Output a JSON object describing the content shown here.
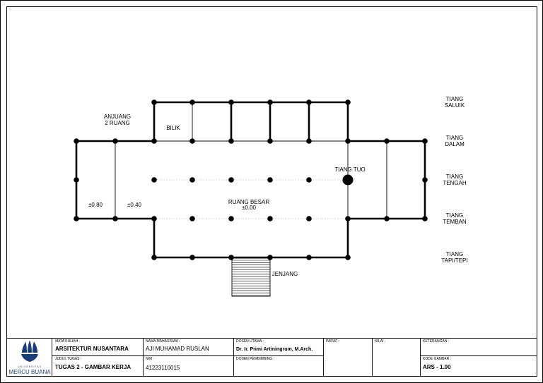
{
  "plan": {
    "rooms": {
      "anjuang": [
        "ANJUANG",
        "2 RUANG"
      ],
      "bilik": "BILIK",
      "ruang_besar": [
        "RUANG BESAR",
        "±0.00"
      ],
      "elev_080": "±0.80",
      "elev_040": "±0.40",
      "tiang_tuo": "TIANG TUO",
      "jenjang": "JENJANG"
    },
    "legend": [
      [
        "TIANG",
        "SALUIK"
      ],
      [
        "TIANG",
        "DALAM"
      ],
      [
        "TIANG",
        "TENGAH"
      ],
      [
        "TIANG",
        "TEMBAN"
      ],
      [
        "TIANG",
        "TAPI/TEPI"
      ]
    ]
  },
  "title_block": {
    "logo": {
      "university": "MERCU BUANA",
      "tagline": "UNIVERSITAS"
    },
    "mata_kuliah": {
      "label": "MATA KULIAH :",
      "value": "ARSITEKTUR NUSANTARA"
    },
    "judul_tugas": {
      "label": "JUDUL TUGAS :",
      "value": "TUGAS 2 - GAMBAR KERJA"
    },
    "nama_mahasiswa": {
      "label": "NAMA MAHASISWA :",
      "value": "AJI MUHAMAD RUSLAN"
    },
    "nim": {
      "label": "NIM :",
      "value": "41223110015"
    },
    "dosen_utama": {
      "label": "DOSEN UTAMA :",
      "value": "Dr. Ir. Primi Artiningrum, M.Arch."
    },
    "dosen_pembimbing": {
      "label": "DOSEN PEMBIMBING :",
      "value": ""
    },
    "paraf": {
      "label": "PARAF :"
    },
    "nilai": {
      "label": "NILAI :"
    },
    "keterangan": {
      "label": "KETERANGAN :"
    },
    "kode_gambar": {
      "label": "KODE GAMBAR :",
      "value": "ARS - 1.00"
    }
  }
}
